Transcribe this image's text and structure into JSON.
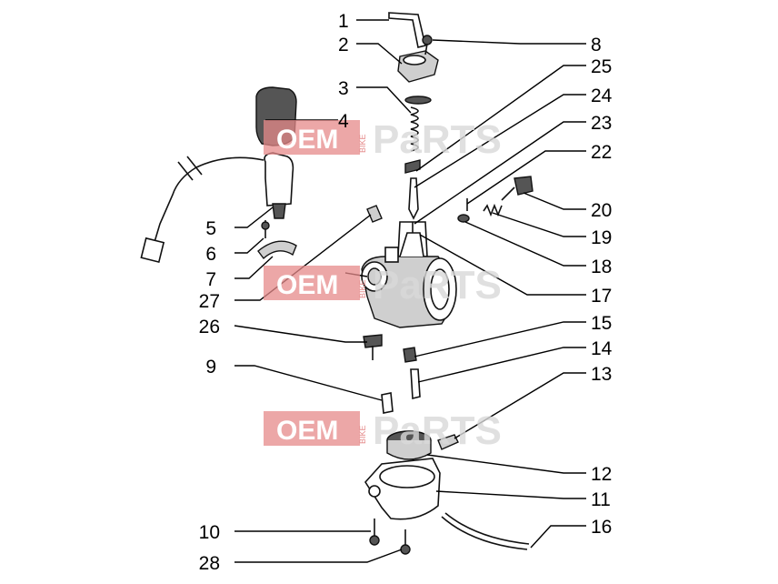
{
  "watermark": {
    "oem": "OEM",
    "bike": "BIKE",
    "parts": "PaRTS"
  },
  "callouts": [
    {
      "id": "1",
      "label": "1"
    },
    {
      "id": "2",
      "label": "2"
    },
    {
      "id": "3",
      "label": "3"
    },
    {
      "id": "4",
      "label": "4"
    },
    {
      "id": "5",
      "label": "5"
    },
    {
      "id": "6",
      "label": "6"
    },
    {
      "id": "7",
      "label": "7"
    },
    {
      "id": "8",
      "label": "8"
    },
    {
      "id": "9",
      "label": "9"
    },
    {
      "id": "10",
      "label": "10"
    },
    {
      "id": "11",
      "label": "11"
    },
    {
      "id": "12",
      "label": "12"
    },
    {
      "id": "13",
      "label": "13"
    },
    {
      "id": "14",
      "label": "14"
    },
    {
      "id": "15",
      "label": "15"
    },
    {
      "id": "16",
      "label": "16"
    },
    {
      "id": "17",
      "label": "17"
    },
    {
      "id": "18",
      "label": "18"
    },
    {
      "id": "19",
      "label": "19"
    },
    {
      "id": "20",
      "label": "20"
    },
    {
      "id": "22",
      "label": "22"
    },
    {
      "id": "23",
      "label": "23"
    },
    {
      "id": "24",
      "label": "24"
    },
    {
      "id": "25",
      "label": "25"
    },
    {
      "id": "26",
      "label": "26"
    },
    {
      "id": "27",
      "label": "27"
    },
    {
      "id": "28",
      "label": "28"
    }
  ],
  "colors": {
    "watermark_red": "#e58a8a",
    "watermark_gray": "#d9d9d9",
    "ink": "#000000"
  }
}
